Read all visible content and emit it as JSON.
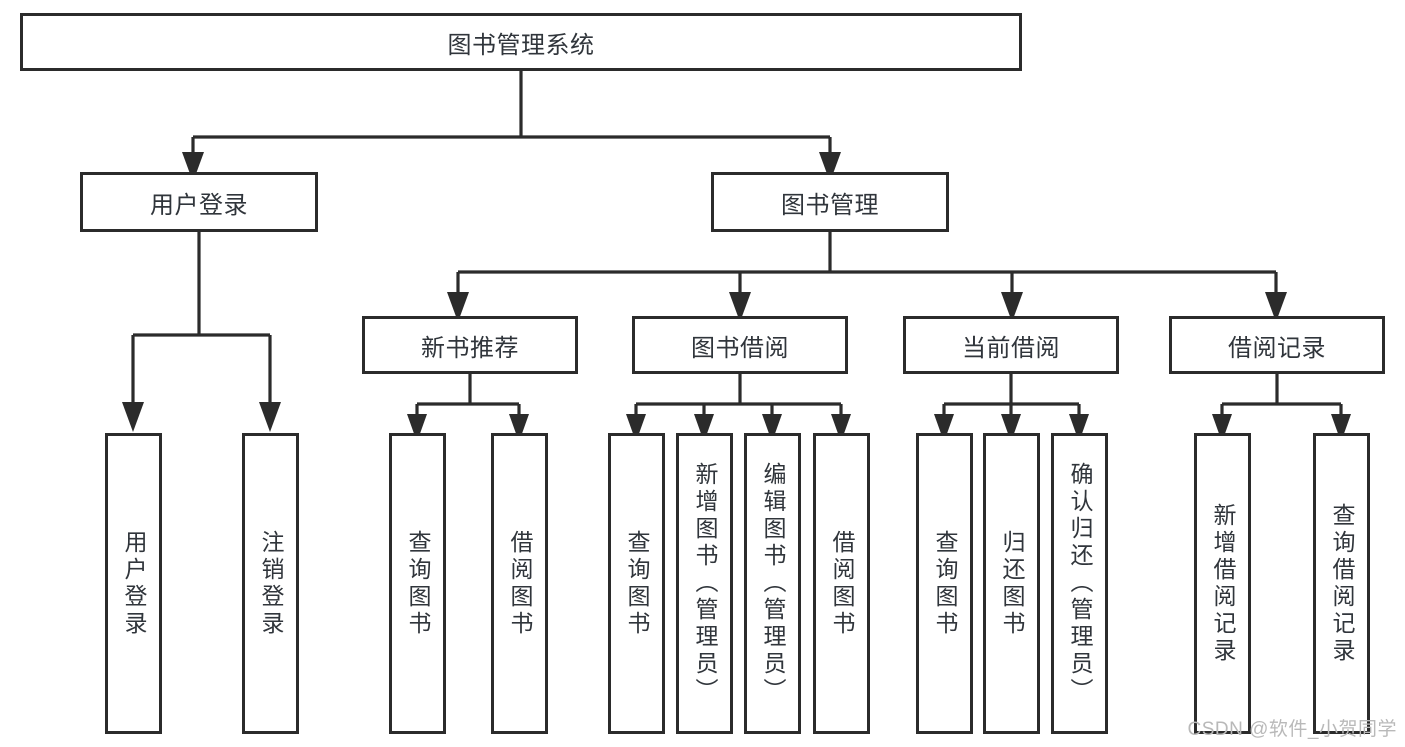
{
  "diagram": {
    "type": "tree",
    "title": "图书管理系统",
    "root": {
      "id": "root",
      "label": "图书管理系统",
      "orientation": "horizontal"
    },
    "level2": [
      {
        "id": "user-login",
        "label": "用户登录",
        "orientation": "horizontal"
      },
      {
        "id": "book-manage",
        "label": "图书管理",
        "orientation": "horizontal"
      }
    ],
    "level3": [
      {
        "id": "new-book-recommend",
        "label": "新书推荐",
        "orientation": "horizontal",
        "parent": "book-manage"
      },
      {
        "id": "book-borrow",
        "label": "图书借阅",
        "orientation": "horizontal",
        "parent": "book-manage"
      },
      {
        "id": "current-borrow",
        "label": "当前借阅",
        "orientation": "horizontal",
        "parent": "book-manage"
      },
      {
        "id": "borrow-record",
        "label": "借阅记录",
        "orientation": "horizontal",
        "parent": "book-manage"
      }
    ],
    "leaves": [
      {
        "id": "leaf-user-login",
        "label": "用户登录",
        "orientation": "vertical",
        "parent": "user-login"
      },
      {
        "id": "leaf-user-logout",
        "label": "注销登录",
        "orientation": "vertical",
        "parent": "user-login"
      },
      {
        "id": "leaf-query-book-1",
        "label": "查询图书",
        "orientation": "vertical",
        "parent": "new-book-recommend"
      },
      {
        "id": "leaf-borrow-book-1",
        "label": "借阅图书",
        "orientation": "vertical",
        "parent": "new-book-recommend"
      },
      {
        "id": "leaf-query-book-2",
        "label": "查询图书",
        "orientation": "vertical",
        "parent": "book-borrow"
      },
      {
        "id": "leaf-add-book",
        "label": "新增图书（管理员）",
        "orientation": "vertical",
        "parent": "book-borrow"
      },
      {
        "id": "leaf-edit-book",
        "label": "编辑图书（管理员）",
        "orientation": "vertical",
        "parent": "book-borrow"
      },
      {
        "id": "leaf-borrow-book-2",
        "label": "借阅图书",
        "orientation": "vertical",
        "parent": "book-borrow"
      },
      {
        "id": "leaf-query-book-3",
        "label": "查询图书",
        "orientation": "vertical",
        "parent": "current-borrow"
      },
      {
        "id": "leaf-return-book",
        "label": "归还图书",
        "orientation": "vertical",
        "parent": "current-borrow"
      },
      {
        "id": "leaf-confirm-return",
        "label": "确认归还（管理员）",
        "orientation": "vertical",
        "parent": "current-borrow"
      },
      {
        "id": "leaf-add-record",
        "label": "新增借阅记录",
        "orientation": "vertical",
        "parent": "borrow-record"
      },
      {
        "id": "leaf-query-record",
        "label": "查询借阅记录",
        "orientation": "vertical",
        "parent": "borrow-record"
      }
    ],
    "colors": {
      "border": "#2b2b2b",
      "text": "#30353b",
      "background": "#ffffff",
      "connector": "#2b2b2b",
      "watermark": "#b9b9b9"
    }
  },
  "watermark": {
    "text": "CSDN @软件_小贺同学"
  }
}
